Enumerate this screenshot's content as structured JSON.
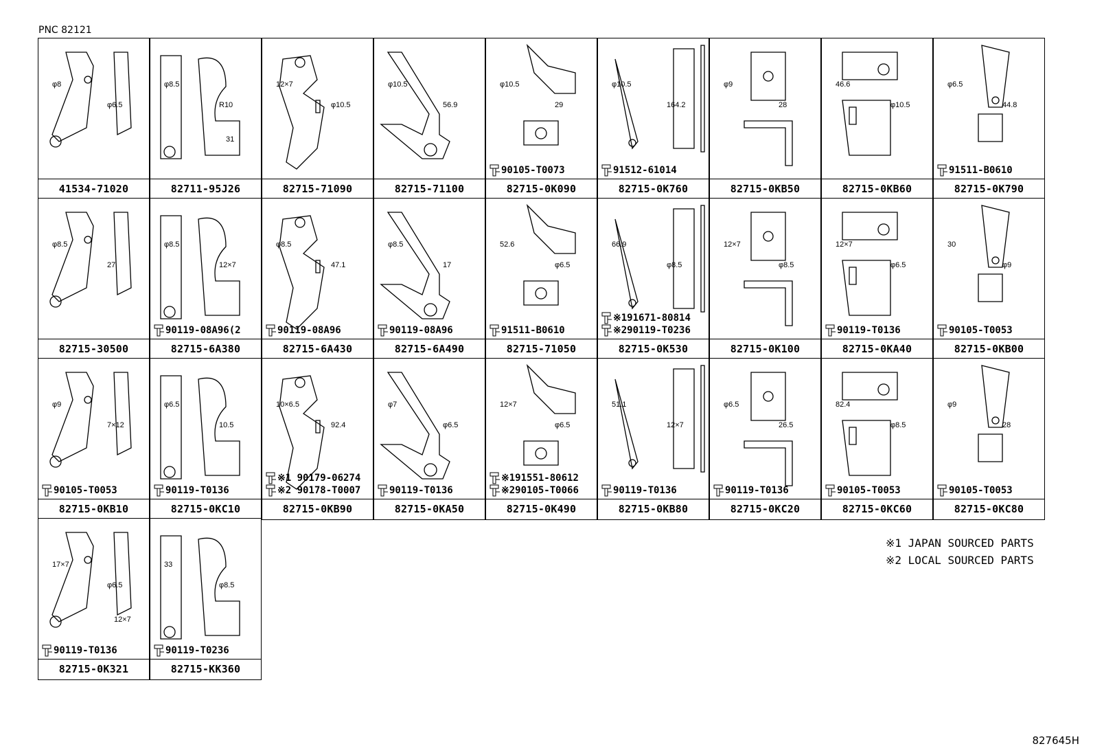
{
  "header": {
    "pnc": "PNC 82121"
  },
  "footer": {
    "code": "827645H"
  },
  "notes": [
    "※1 JAPAN SOURCED PARTS",
    "※2 LOCAL SOURCED PARTS"
  ],
  "cells": [
    {
      "part": "41534-71020",
      "dims": [
        "φ6.5",
        "φ8"
      ],
      "bolts": []
    },
    {
      "part": "82711-95J26",
      "dims": [
        "R10",
        "φ8.5",
        "31"
      ],
      "bolts": []
    },
    {
      "part": "82715-71090",
      "dims": [
        "φ10.5",
        "12×7"
      ],
      "bolts": []
    },
    {
      "part": "82715-71100",
      "dims": [
        "56.9",
        "φ10.5"
      ],
      "bolts": []
    },
    {
      "part": "82715-0K090",
      "dims": [
        "29",
        "φ10.5"
      ],
      "bolts": [
        "90105-T0073"
      ]
    },
    {
      "part": "82715-0K760",
      "dims": [
        "164.2",
        "φ10.5"
      ],
      "bolts": [
        "91512-61014"
      ]
    },
    {
      "part": "82715-0KB50",
      "dims": [
        "28",
        "φ9"
      ],
      "bolts": []
    },
    {
      "part": "82715-0KB60",
      "dims": [
        "φ10.5",
        "46.6"
      ],
      "bolts": []
    },
    {
      "part": "82715-0K790",
      "dims": [
        "44.8",
        "φ6.5"
      ],
      "bolts": [
        "91511-B0610"
      ]
    },
    {
      "part": "82715-30500",
      "dims": [
        "27",
        "φ8.5"
      ],
      "bolts": []
    },
    {
      "part": "82715-6A380",
      "dims": [
        "12×7",
        "φ8.5"
      ],
      "bolts": [
        "90119-08A96(2"
      ]
    },
    {
      "part": "82715-6A430",
      "dims": [
        "47.1",
        "φ8.5"
      ],
      "bolts": [
        "90119-08A96"
      ]
    },
    {
      "part": "82715-6A490",
      "dims": [
        "17",
        "φ8.5"
      ],
      "bolts": [
        "90119-08A96"
      ]
    },
    {
      "part": "82715-71050",
      "dims": [
        "φ6.5",
        "52.6"
      ],
      "bolts": [
        "91511-B0610"
      ]
    },
    {
      "part": "82715-0K530",
      "dims": [
        "φ8.5",
        "66.9"
      ],
      "bolts": [
        "※191671-80814",
        "※290119-T0236"
      ]
    },
    {
      "part": "82715-0K100",
      "dims": [
        "φ8.5",
        "12×7"
      ],
      "bolts": []
    },
    {
      "part": "82715-0KA40",
      "dims": [
        "φ6.5",
        "12×7"
      ],
      "bolts": [
        "90119-T0136"
      ]
    },
    {
      "part": "82715-0KB00",
      "dims": [
        "φ9",
        "30"
      ],
      "bolts": [
        "90105-T0053"
      ]
    },
    {
      "part": "82715-0KB10",
      "dims": [
        "7×12",
        "φ9"
      ],
      "bolts": [
        "90105-T0053"
      ]
    },
    {
      "part": "82715-0KC10",
      "dims": [
        "10.5",
        "φ6.5"
      ],
      "bolts": [
        "90119-T0136"
      ]
    },
    {
      "part": "82715-0KB90",
      "dims": [
        "92.4",
        "10×6.5"
      ],
      "bolts": [
        "※1 90179-06274",
        "※2 90178-T0007"
      ]
    },
    {
      "part": "82715-0KA50",
      "dims": [
        "φ6.5",
        "φ7"
      ],
      "bolts": [
        "90119-T0136"
      ]
    },
    {
      "part": "82715-0K490",
      "dims": [
        "φ6.5",
        "12×7"
      ],
      "bolts": [
        "※191551-80612",
        "※290105-T0066"
      ]
    },
    {
      "part": "82715-0KB80",
      "dims": [
        "12×7",
        "51.1"
      ],
      "bolts": [
        "90119-T0136"
      ]
    },
    {
      "part": "82715-0KC20",
      "dims": [
        "26.5",
        "φ6.5"
      ],
      "bolts": [
        "90119-T0136"
      ]
    },
    {
      "part": "82715-0KC60",
      "dims": [
        "φ8.5",
        "82.4"
      ],
      "bolts": [
        "90105-T0053"
      ]
    },
    {
      "part": "82715-0KC80",
      "dims": [
        "28",
        "φ9"
      ],
      "bolts": [
        "90105-T0053"
      ]
    },
    {
      "part": "82715-0K321",
      "dims": [
        "φ6.5",
        "17×7",
        "12×7"
      ],
      "bolts": [
        "90119-T0136"
      ]
    },
    {
      "part": "82715-KK360",
      "dims": [
        "φ8.5",
        "33"
      ],
      "bolts": [
        "90119-T0236"
      ]
    }
  ]
}
